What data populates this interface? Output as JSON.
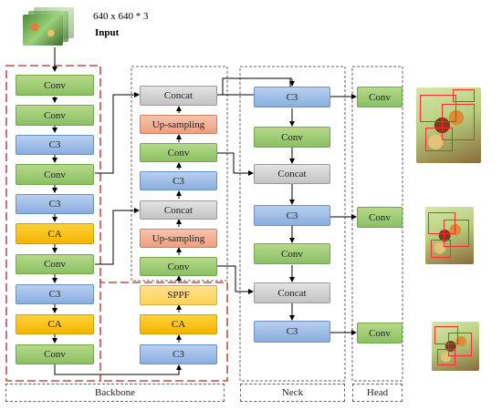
{
  "input": {
    "size": "640 x 640 * 3",
    "label": "Input"
  },
  "blocks": {
    "conv": "Conv",
    "c3": "C3",
    "ca": "CA",
    "concat": "Concat",
    "upsampling": "Up-sampling",
    "sppf": "SPPF"
  },
  "sections": {
    "backbone": "Backbone",
    "neck": "Neck",
    "head": "Head"
  },
  "colors": {
    "conv": "#9ccc70",
    "c3": "#9dbbe8",
    "ca": "#ffc000",
    "concat": "#d0d0d0",
    "upsampling": "#f4b39a",
    "sppf": "#ffdc7a",
    "backbone_border": "#c0504d",
    "dashed_border": "#666666"
  },
  "icons": {
    "detection_images": "detection-result-image",
    "input_image": "input-image-stack"
  }
}
